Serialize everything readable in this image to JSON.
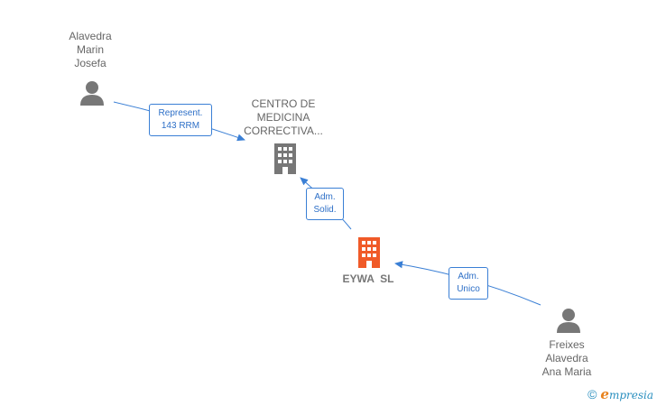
{
  "nodes": {
    "person1": {
      "lines": [
        "Alavedra",
        "Marin",
        "Josefa"
      ],
      "icon": "person-icon"
    },
    "company1": {
      "lines": [
        "CENTRO DE",
        "MEDICINA",
        "CORRECTIVA..."
      ],
      "icon": "building-icon",
      "color": "#777777"
    },
    "company2": {
      "label": "EYWA  SL",
      "icon": "building-icon",
      "color": "#f05a28"
    },
    "person2": {
      "lines": [
        "Freixes",
        "Alavedra",
        "Ana Maria"
      ],
      "icon": "person-icon"
    }
  },
  "edges": {
    "e1": {
      "lines": [
        "Represent.",
        "143 RRM"
      ]
    },
    "e2": {
      "lines": [
        "Adm.",
        "Solid."
      ]
    },
    "e3": {
      "lines": [
        "Adm.",
        "Unico"
      ]
    }
  },
  "footer": {
    "copyright": "©",
    "brand_initial": "e",
    "brand_rest": "mpresia"
  },
  "colors": {
    "edge": "#3a7fd5",
    "person": "#777777"
  }
}
